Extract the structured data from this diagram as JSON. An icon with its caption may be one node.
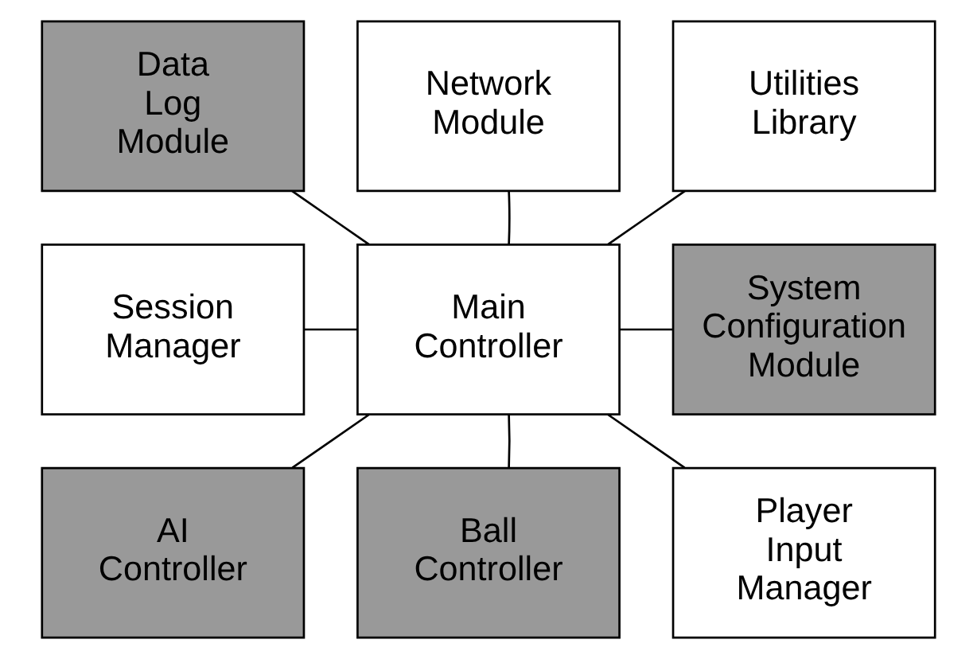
{
  "diagram": {
    "nodes": [
      {
        "text": [
          "Data Log Module"
        ]
      },
      {
        "text": [
          "Network Module"
        ]
      },
      {
        "text": [
          "Utilities Library"
        ]
      },
      {
        "text": [
          "Session Manager"
        ]
      },
      {
        "text": [
          "Main Controller"
        ]
      },
      {
        "text": [
          "System Configuration Module"
        ]
      },
      {
        "text": [
          "AI Controller"
        ]
      },
      {
        "text": [
          "Ball Controller"
        ]
      },
      {
        "text": [
          "Player Input Manager"
        ]
      }
    ],
    "edges": [
      {
        "from": 0,
        "to": 4,
        "arrow": "none"
      },
      {
        "from": 1,
        "to": 4,
        "arrow": "none"
      },
      {
        "from": 2,
        "to": 4,
        "arrow": "none"
      },
      {
        "from": 3,
        "to": 4,
        "arrow": "none"
      },
      {
        "from": 4,
        "to": 5,
        "arrow": "none"
      },
      {
        "from": 4,
        "to": 6,
        "arrow": "none"
      },
      {
        "from": 4,
        "to": 7,
        "arrow": "none"
      },
      {
        "from": 4,
        "to": 8,
        "arrow": "none"
      }
    ]
  }
}
